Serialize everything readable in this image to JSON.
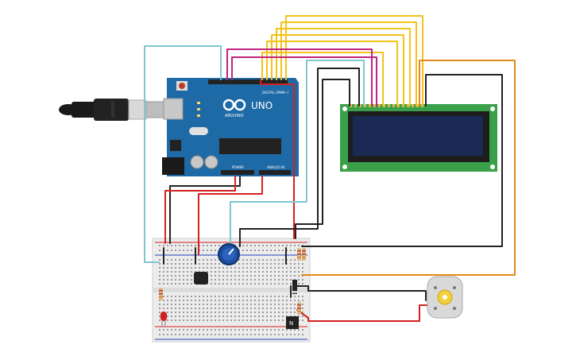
{
  "arduino": {
    "brand_label": "UNO",
    "logo_text": "ARDUINO",
    "digital_label": "DIGITAL (PWM~)",
    "power_label": "POWER",
    "analog_label": "ANALOG IN"
  },
  "ic_labels": {
    "left_chip": "",
    "right_chip": "N"
  },
  "colors": {
    "arduino_board": "#1e6aa6",
    "lcd_board": "#3aa14a",
    "lcd_screen": "#1a2a55",
    "breadboard": "#ececec",
    "wire_yellow": "#f2c318",
    "wire_magenta": "#c0237e",
    "wire_cyan": "#7fc6d2",
    "wire_black": "#222222",
    "wire_red": "#d62020",
    "wire_orange": "#e38a1c",
    "motor_body": "#d9d9d9",
    "motor_hub": "#f4d03f",
    "led_red": "#d02020"
  }
}
